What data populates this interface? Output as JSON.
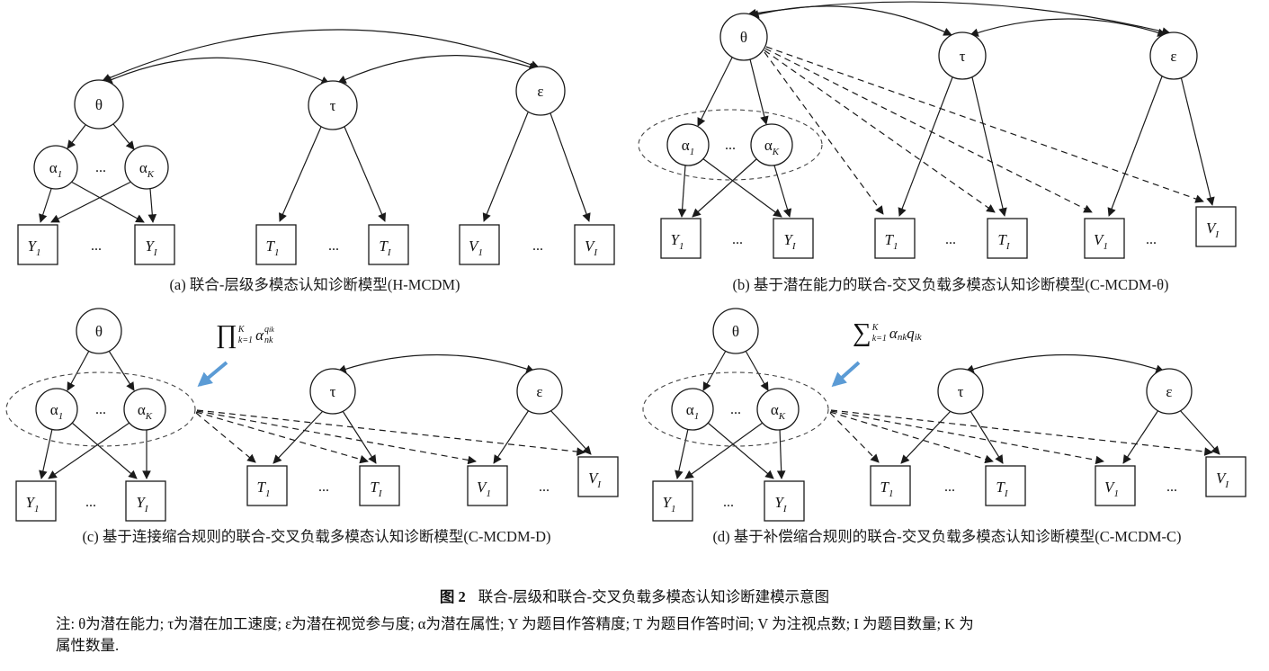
{
  "labels": {
    "theta": "θ",
    "tau": "τ",
    "epsilon": "ε",
    "alpha": "α",
    "sub_1": "1",
    "sub_K": "K",
    "sub_I": "I",
    "Y": "Y",
    "T": "T",
    "V": "V",
    "dots": "..."
  },
  "panels": {
    "a": {
      "caption": "(a) 联合-层级多模态认知诊断模型(H-MCDM)"
    },
    "b": {
      "caption": "(b) 基于潜在能力的联合-交叉负载多模态认知诊断模型(C-MCDM-θ)"
    },
    "c": {
      "caption": "(c) 基于连接缩合规则的联合-交叉负载多模态认知诊断模型(C-MCDM-D)"
    },
    "d": {
      "caption": "(d) 基于补偿缩合规则的联合-交叉负载多模态认知诊断模型(C-MCDM-C)"
    }
  },
  "formulas": {
    "product": {
      "op": "∏",
      "upper": "K",
      "lower": "k=1",
      "alpha": "α",
      "alpha_sub": "nk",
      "q": "q",
      "q_sub": "ik"
    },
    "sum": {
      "op": "∑",
      "upper": "K",
      "lower": "k=1",
      "alpha": "α",
      "alpha_sub": "nk",
      "q": "q",
      "q_sub": "ik"
    }
  },
  "caption": {
    "fig_label": "图 2",
    "fig_text": "联合-层级和联合-交叉负载多模态认知诊断建模示意图"
  },
  "note": {
    "line1": "注: θ为潜在能力; τ为潜在加工速度; ε为潜在视觉参与度; α为潜在属性; Y 为题目作答精度; T 为题目作答时间; V 为注视点数; I 为题目数量; K 为",
    "line2": "属性数量."
  }
}
